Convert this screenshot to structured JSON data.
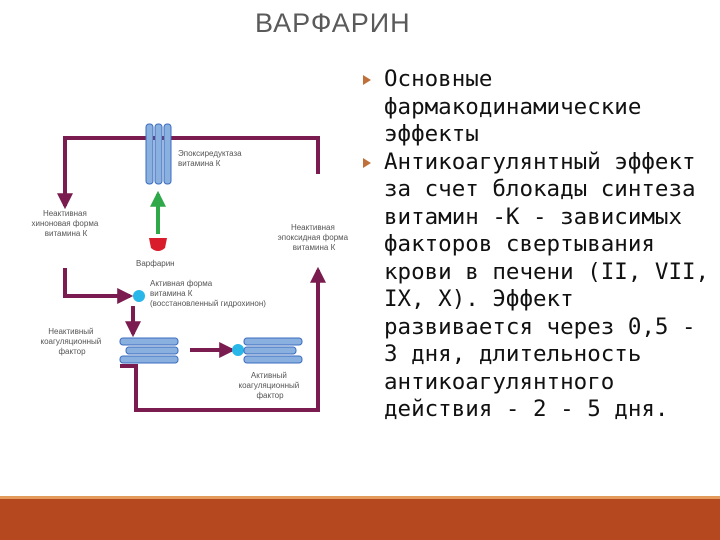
{
  "slide": {
    "title": "ВАРФАРИН"
  },
  "diagram": {
    "labels": {
      "epoxide_reductase": [
        "Эпоксиредуктаза",
        "витамина К"
      ],
      "warfarin": "Варфарин",
      "inactive_quinone": [
        "Неактивная",
        "хиноновая форма",
        "витамина К"
      ],
      "inactive_epoxide": [
        "Неактивная",
        "эпоксидная форма",
        "витамина К"
      ],
      "active_vitk": [
        "Активная форма",
        "витамина К",
        "(восстановленный гидрохинон)"
      ],
      "inactive_factor": [
        "Неактивный",
        "коагуляционный",
        "фактор"
      ],
      "active_factor": [
        "Активный",
        "коагуляционный",
        "фактор"
      ]
    },
    "colors": {
      "cycle_arrow": "#7a1c4f",
      "enzyme": "#8ab0e0",
      "enzyme_outline": "#3a6dbf",
      "inhibition_arrow": "#2fa84a",
      "warfarin_cup": "#d81c2c",
      "vitamin_k_dot": "#29b6e8",
      "label_text": "#555555"
    }
  },
  "bullets": [
    {
      "text": "Основные фармакодинамические эффекты"
    },
    {
      "text": "Антикоагулянтный эффект за счет блокады синтеза витамин -К - зависимых факторов свертывания крови в печени (II, VII, IX, X). Эффект развивается через 0,5 - 3 дня, длительность антикоагулянтного действия - 2 - 5 дня."
    }
  ],
  "theme": {
    "bottom_bar_color": "#b5481e",
    "bullet_color": "#c0703b"
  }
}
